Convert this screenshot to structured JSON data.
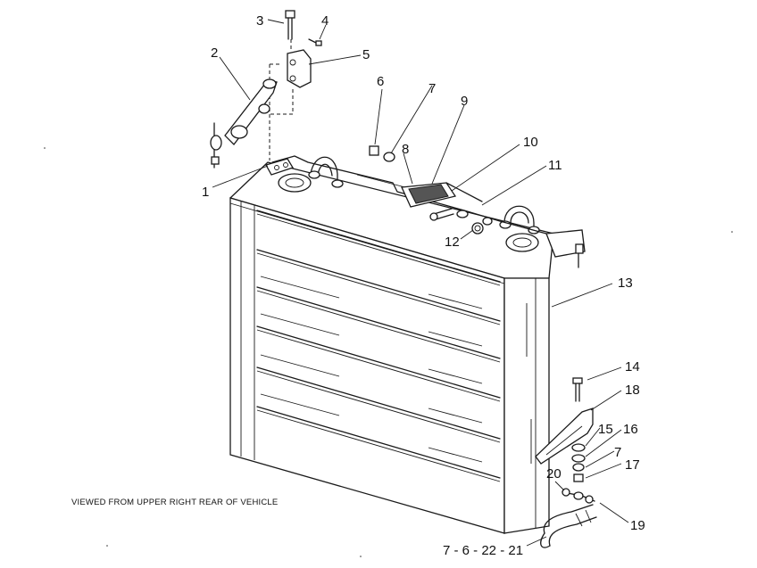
{
  "caption": "VIEWED FROM UPPER RIGHT REAR OF VEHICLE",
  "callouts": {
    "c1": "1",
    "c2": "2",
    "c3": "3",
    "c4": "4",
    "c5": "5",
    "c6": "6",
    "c7a": "7",
    "c8": "8",
    "c9": "9",
    "c10": "10",
    "c11": "11",
    "c12": "12",
    "c13": "13",
    "c14": "14",
    "c15": "15",
    "c16": "16",
    "c7b": "7",
    "c17": "17",
    "c18": "18",
    "c19": "19",
    "c20": "20",
    "c21": "7 - 6 - 22 - 21"
  }
}
